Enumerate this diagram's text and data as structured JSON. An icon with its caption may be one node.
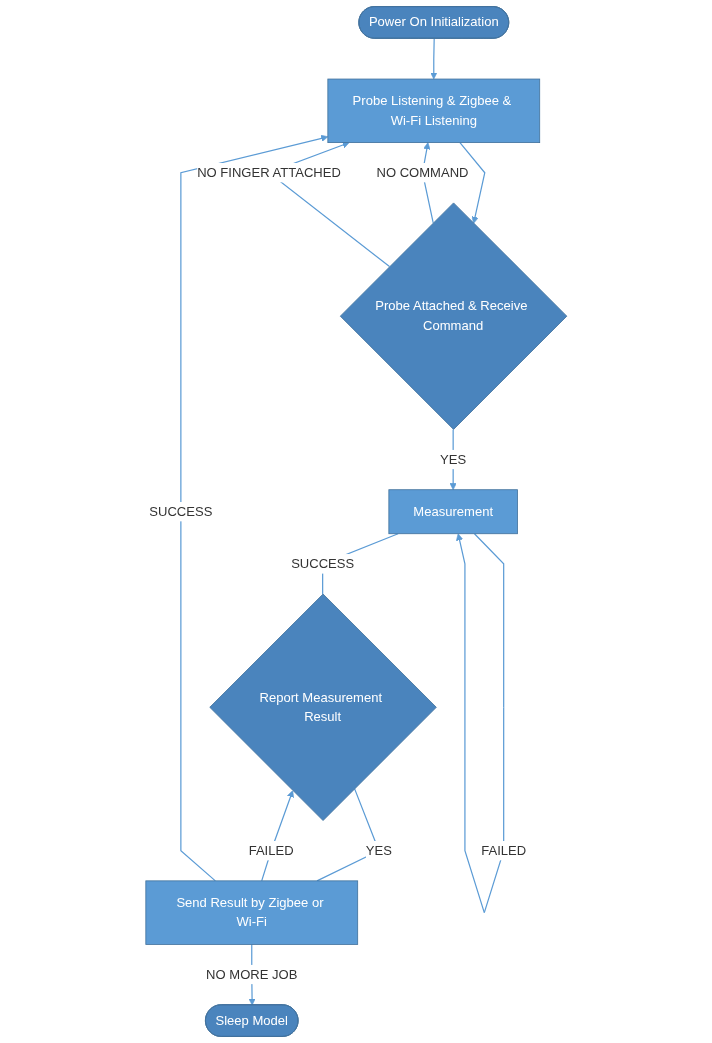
{
  "diagram": {
    "nodes": [
      {
        "text": [
          "Power On Initialization"
        ]
      },
      {
        "text": [
          "Probe Listening & Zigbee & Wi-Fi Listening"
        ]
      },
      {
        "text": [
          "Probe Attached & Receive Command"
        ]
      },
      {
        "text": [
          "Measurement"
        ]
      },
      {
        "text": [
          "Report Measurement Result"
        ]
      },
      {
        "text": [
          "Send Result by Zigbee or Wi-Fi"
        ]
      },
      {
        "text": [
          "Sleep Model"
        ]
      }
    ],
    "edges": [
      {
        "from": 0,
        "to": 1,
        "arrow": "to"
      },
      {
        "from": 1,
        "to": 2,
        "arrow": "to"
      },
      {
        "from": 2,
        "to": 1,
        "label": "NO COMMAND",
        "arrow": "to"
      },
      {
        "from": 2,
        "to": 1,
        "label": "NO FINGER ATTACHED",
        "arrow": "to"
      },
      {
        "from": 2,
        "to": 3,
        "label": "YES",
        "arrow": "to"
      },
      {
        "from": 3,
        "to": 3,
        "label": "FAILED",
        "arrow": "to"
      },
      {
        "from": 3,
        "to": 4,
        "label": "SUCCESS",
        "arrow": "none"
      },
      {
        "from": 4,
        "to": 5,
        "label": "YES",
        "arrow": "none"
      },
      {
        "from": 5,
        "to": 4,
        "label": "FAILED",
        "arrow": "to"
      },
      {
        "from": 5,
        "to": 1,
        "label": "SUCCESS",
        "arrow": "to"
      },
      {
        "from": 5,
        "to": 6,
        "label": "NO MORE JOB",
        "arrow": "to"
      }
    ]
  }
}
